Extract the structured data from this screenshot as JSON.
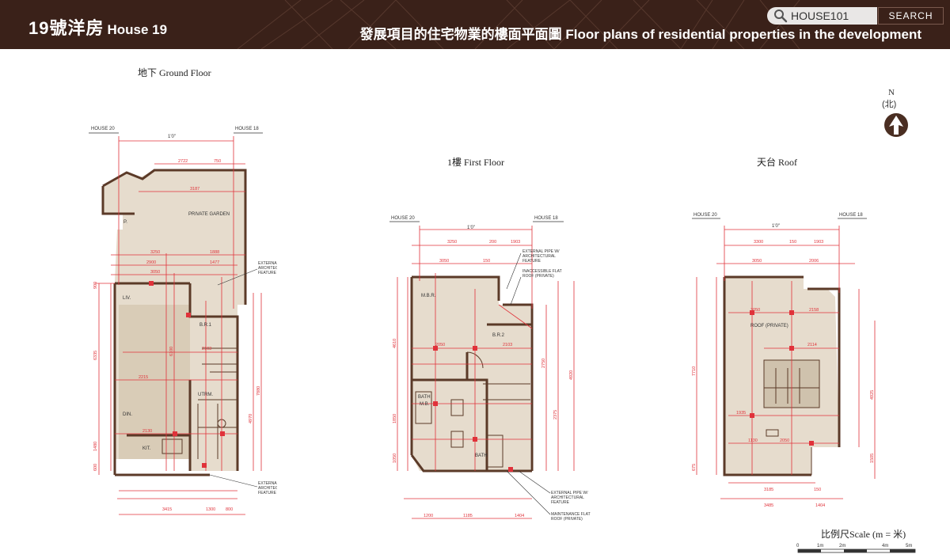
{
  "header": {
    "house_cn": "19號洋房",
    "house_en": "House 19",
    "heading": "發展項目的住宅物業的樓面平面圖 Floor plans of residential properties in the development"
  },
  "search": {
    "value": "HOUSE101",
    "button_label": "SEARCH",
    "icon": "search-icon"
  },
  "plans": {
    "ground": {
      "title": "地下 Ground Floor",
      "left_ref": "HOUSE 20",
      "right_ref": "HOUSE 18",
      "gap": "1'0\"",
      "rooms": [
        "PRIVATE GARDEN",
        "LIV.",
        "B.R.1",
        "DIN.",
        "KIT.",
        "UTRM.",
        "P."
      ],
      "notes": [
        "EXTERNAL PIPE W/ ARCHITECTURAL FEATURE",
        "EXTERNAL PIPE W/ ARCHITECTURAL FEATURE"
      ],
      "dims_top": [
        "2722",
        "750",
        "3187",
        "3250",
        "1888",
        "2900",
        "1477",
        "3050"
      ],
      "dims_bottom": [
        "3415",
        "1300",
        "800"
      ],
      "dims_left": [
        "900",
        "6335",
        "1480",
        "600"
      ],
      "dims_inner": [
        "2103",
        "2215",
        "2130",
        "6100",
        "7880",
        "4970"
      ]
    },
    "first": {
      "title": "1樓 First Floor",
      "left_ref": "HOUSE 20",
      "right_ref": "HOUSE 18",
      "gap": "1'0\"",
      "rooms": [
        "M.B.R.",
        "B.R.2",
        "BATH",
        "BATH",
        "M.B."
      ],
      "notes": [
        "EXTERNAL PIPE W/ ARCHITECTURAL FEATURE",
        "INACCESSIBLE FLAT ROOF (PRIVATE)",
        "EXTERNAL PIPE W/ ARCHITECTURAL FEATURE",
        "MAINTENANCE FLAT ROOF (PRIVATE)"
      ],
      "dims_top": [
        "3250",
        "200",
        "1903",
        "3050",
        "150"
      ],
      "dims_bottom": [
        "1200",
        "1185",
        "1404"
      ],
      "dims_left": [
        "4610",
        "1850",
        "1050"
      ],
      "dims_inner": [
        "2050",
        "2103",
        "2750",
        "4920",
        "2375"
      ]
    },
    "roof": {
      "title": "天台 Roof",
      "left_ref": "HOUSE 20",
      "right_ref": "HOUSE 18",
      "gap": "1'0\"",
      "rooms": [
        "ROOF (PRIVATE)"
      ],
      "dims_top": [
        "3300",
        "150",
        "1903",
        "3050",
        "2006",
        "3050",
        "2158"
      ],
      "dims_bottom": [
        "3185",
        "150",
        "3485",
        "1404"
      ],
      "dims_left": [
        "7710",
        "675"
      ],
      "dims_inner": [
        "2114",
        "1935",
        "1130",
        "2050",
        "4925",
        "1505"
      ]
    }
  },
  "north": {
    "letter": "N",
    "cn": "(北)"
  },
  "scale": {
    "label": "比例尺Scale (m = 米)",
    "ticks": [
      "0",
      "1m",
      "2m",
      "4m",
      "5m"
    ]
  },
  "colors": {
    "header_bg": "#3a2119",
    "wall": "#5b3a28",
    "floor_fill": "#e6dccd",
    "dimension": "#e0323a",
    "annotation": "#333333"
  }
}
